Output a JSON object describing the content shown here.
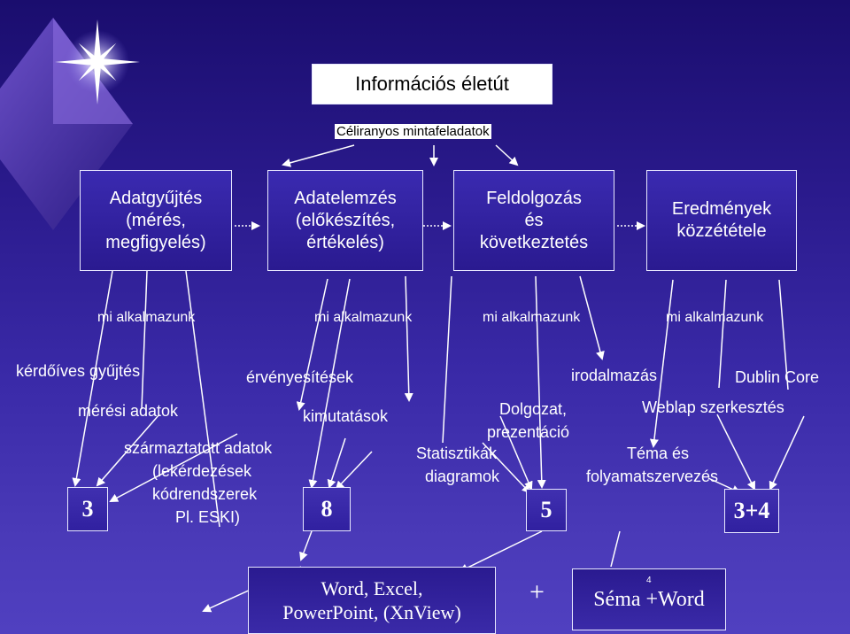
{
  "header": {
    "title": "Információs életút",
    "subtitle": "Céliranyos mintafeladatok"
  },
  "stages": [
    {
      "line1": "Adatgyűjtés",
      "line2": "(mérés,",
      "line3": "megfigyelés)"
    },
    {
      "line1": "Adatelemzés",
      "line2": "(előkészítés,",
      "line3": "értékelés)"
    },
    {
      "line1": "Feldolgozás",
      "line2": "és",
      "line3": "következtetés"
    },
    {
      "line1": "Eredmények",
      "line2": "közzététele",
      "line3": ""
    }
  ],
  "usage_labels": [
    "mi alkalmazunk",
    "mi alkalmazunk",
    "mi alkalmazunk",
    "mi alkalmazunk"
  ],
  "items": {
    "kerdoives": "kérdőíves gyűjtés",
    "meresi": "mérési adatok",
    "szarmaztatott1": "származtatott adatok",
    "szarmaztatott2": "(lekérdezések",
    "szarmaztatott3": "kódrendszerek",
    "szarmaztatott4": "Pl. ESKI)",
    "ervenyesitesek": "érvényesítések",
    "kimutatasok": "kimutatások",
    "dolgozat1": "Dolgozat,",
    "dolgozat2": "prezentáció",
    "statisztikak1": "Statisztikák",
    "statisztikak2": "diagramok",
    "irodalmazas": "irodalmazás",
    "dublin": "Dublin Core",
    "weblap": "Weblap szerkesztés",
    "tema1": "Téma és",
    "tema2": "folyamatszervezés"
  },
  "counts": [
    "3",
    "8",
    "5",
    "3+4"
  ],
  "bottom": {
    "tools_line1": "Word, Excel,",
    "tools_line2": "PowerPoint, (XnView)",
    "plus": "+",
    "schema": "Séma +Word",
    "schema_sup": "4"
  },
  "colors": {
    "title_bg": "#ffffff",
    "line": "#ffffff",
    "star": "#ffffff"
  }
}
